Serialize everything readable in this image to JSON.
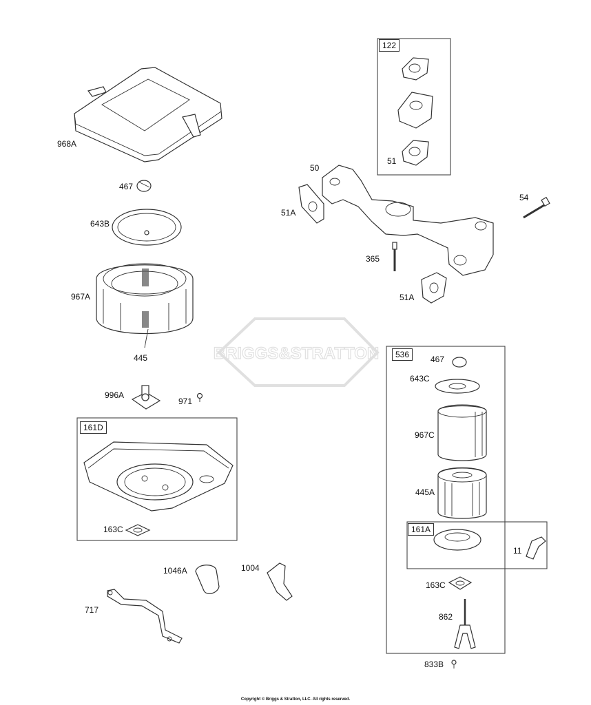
{
  "labels": {
    "p968A": "968A",
    "p467a": "467",
    "p643B": "643B",
    "p967A": "967A",
    "p445": "445",
    "p996A": "996A",
    "p971": "971",
    "p163Ca": "163C",
    "p1046A": "1046A",
    "p1004": "1004",
    "p717": "717",
    "p50": "50",
    "p51Aa": "51A",
    "p51": "51",
    "p54": "54",
    "p365": "365",
    "p51Ab": "51A",
    "p467b": "467",
    "p643C": "643C",
    "p967C": "967C",
    "p445A": "445A",
    "p11": "11",
    "p163Cb": "163C",
    "p862": "862",
    "p833B": "833B"
  },
  "boxes": {
    "b122": "122",
    "b161D": "161D",
    "b536": "536",
    "b161A": "161A"
  },
  "watermark": "BRIGGS&STRATTON",
  "copyright": "Copyright © Briggs & Stratton, LLC. All rights reserved."
}
